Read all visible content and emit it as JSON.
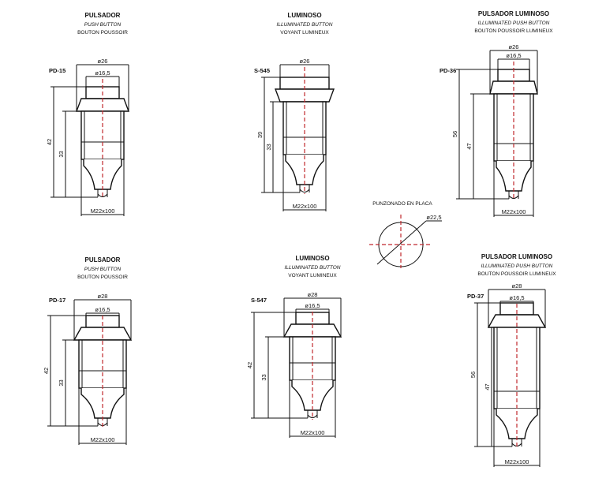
{
  "components": [
    {
      "title": "PULSADOR",
      "subtitle_en": "PUSH BUTTON",
      "subtitle_fr": "BOUTON POUSSOIR",
      "model": "PD-15",
      "outer_dia": "ø26",
      "inner_dia": "ø16,5",
      "total_len": "42",
      "body_len": "33",
      "thread": "M22x100"
    },
    {
      "title": "LUMINOSO",
      "subtitle_en": "ILLUMINATED BUTTON",
      "subtitle_fr": "VOYANT LUMINEUX",
      "model": "S-545",
      "outer_dia": "ø26",
      "inner_dia": null,
      "total_len": "39",
      "body_len": "33",
      "thread": "M22x100"
    },
    {
      "title": "PULSADOR LUMINOSO",
      "subtitle_en": "ILLUMINATED PUSH BUTTON",
      "subtitle_fr": "BOUTON POUSSOIR LUMINEUX",
      "model": "PD-36",
      "outer_dia": "ø26",
      "inner_dia": "ø16,5",
      "total_len": "56",
      "body_len": "47",
      "thread": "M22x100"
    },
    {
      "title": "PULSADOR",
      "subtitle_en": "PUSH BUTTON",
      "subtitle_fr": "BOUTON POUSSOIR",
      "model": "PD-17",
      "outer_dia": "ø28",
      "inner_dia": "ø16,5",
      "total_len": "42",
      "body_len": "33",
      "thread": "M22x100"
    },
    {
      "title": "LUMINOSO",
      "subtitle_en": "ILLUMINATED BUTTON",
      "subtitle_fr": "VOYANT LUMINEUX",
      "model": "S-547",
      "outer_dia": "ø28",
      "inner_dia": "ø16,5",
      "total_len": "42",
      "body_len": "33",
      "thread": "M22x100"
    },
    {
      "title": "PULSADOR LUMINOSO",
      "subtitle_en": "ILLUMINATED PUSH BUTTON",
      "subtitle_fr": "BOUTON POUSSOIR LUMINEUX",
      "model": "PD-37",
      "outer_dia": "ø28",
      "inner_dia": "ø16,5",
      "total_len": "56",
      "body_len": "47",
      "thread": "M22x100"
    }
  ],
  "panel_cutout": {
    "title": "PUNZONADO EN PLACA",
    "diameter": "ø22,5"
  },
  "colors": {
    "line": "#111111",
    "axis": "#c0282d"
  }
}
